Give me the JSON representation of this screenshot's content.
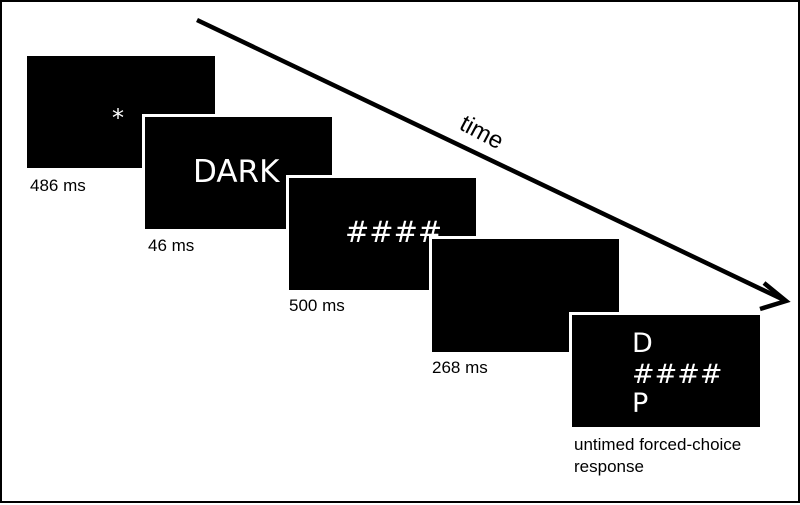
{
  "time_label": "time",
  "screens": [
    {
      "content": "*",
      "duration": "486 ms"
    },
    {
      "content": "DARK",
      "duration": "46 ms"
    },
    {
      "content": "####",
      "duration": "500 ms"
    },
    {
      "content": "",
      "duration": "268 ms"
    },
    {
      "content_top": "D",
      "content_middle": "####",
      "content_bottom": "P",
      "duration_line1": "untimed forced-choice",
      "duration_line2": "response"
    }
  ],
  "colors": {
    "screen": "#000000",
    "text_on_screen": "#ffffff",
    "arrow": "#000000"
  }
}
